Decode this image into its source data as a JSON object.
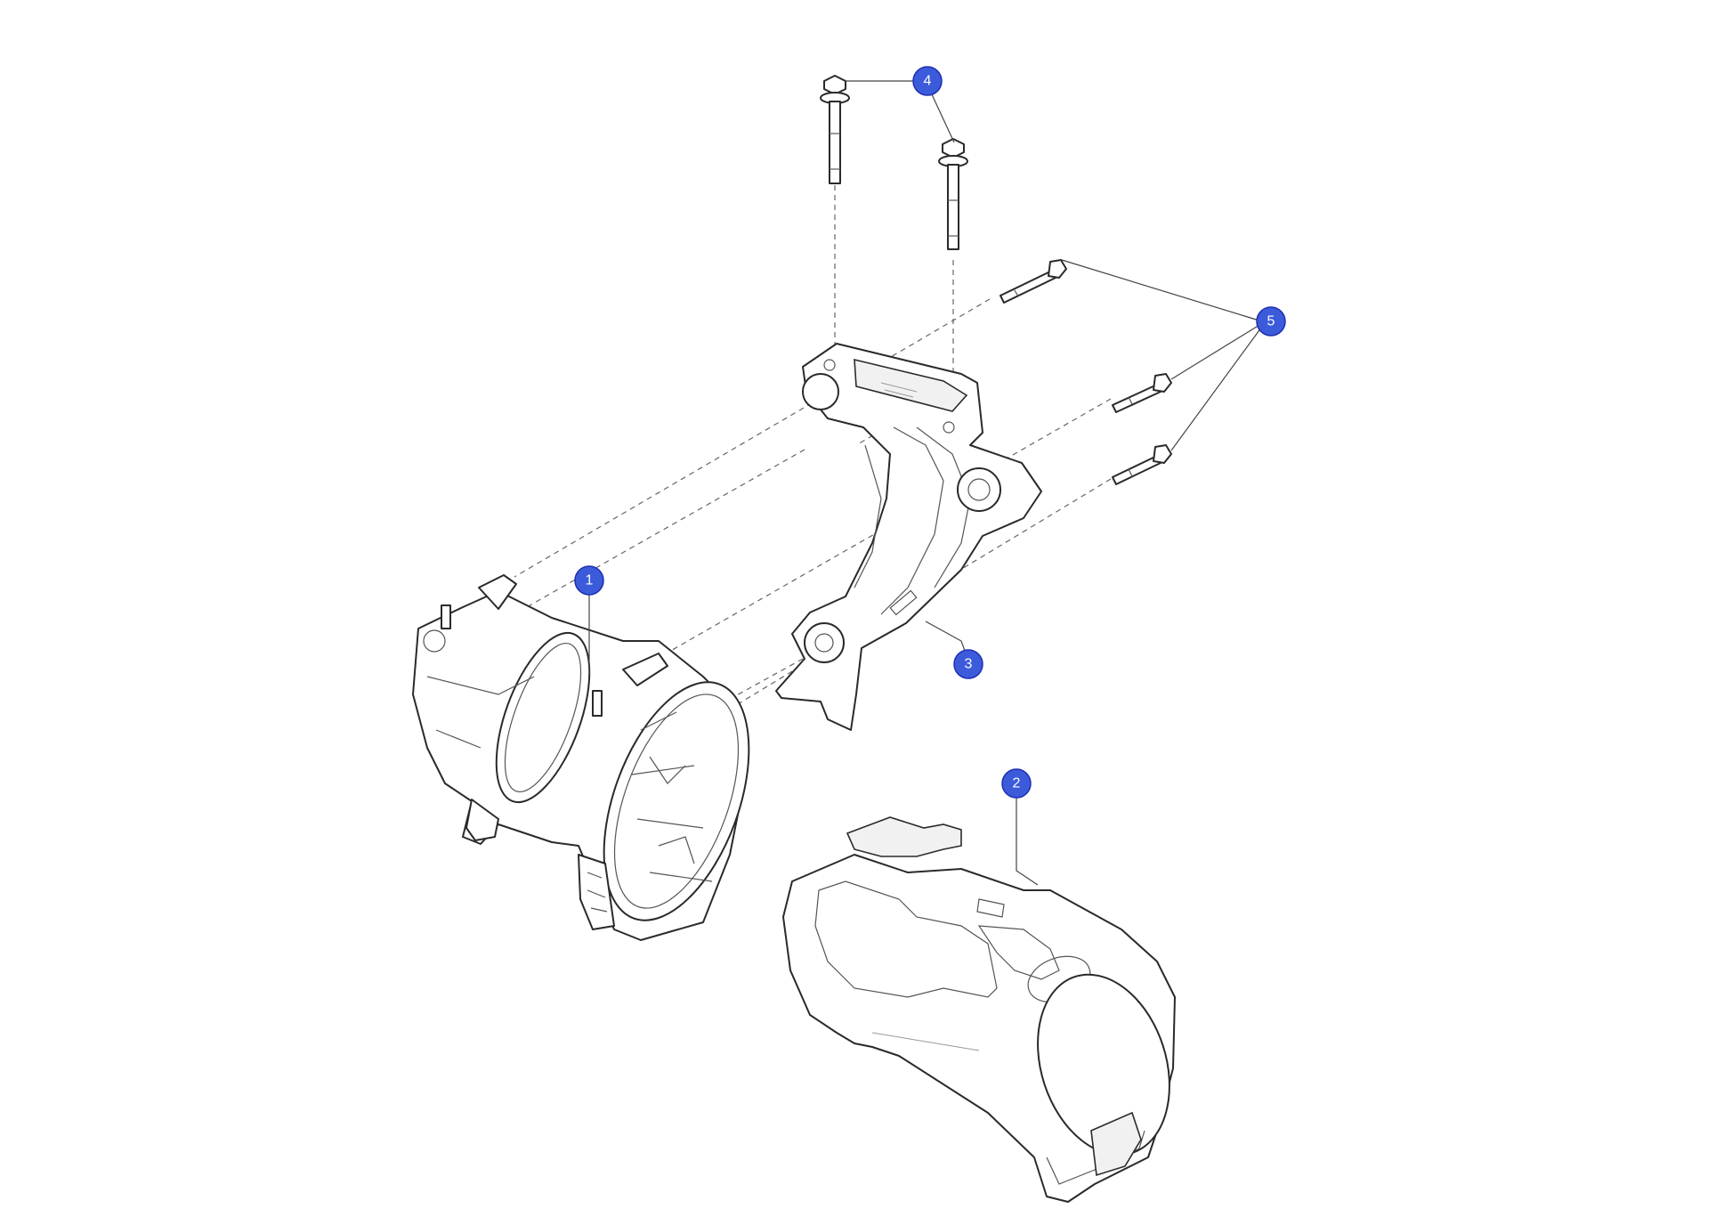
{
  "colors": {
    "callout": "#3b5bdb",
    "line": "#2a2a2a",
    "background": "#ffffff"
  },
  "callouts": [
    {
      "id": "1",
      "label": "1"
    },
    {
      "id": "2",
      "label": "2"
    },
    {
      "id": "3",
      "label": "3"
    },
    {
      "id": "4",
      "label": "4"
    },
    {
      "id": "5",
      "label": "5"
    }
  ]
}
